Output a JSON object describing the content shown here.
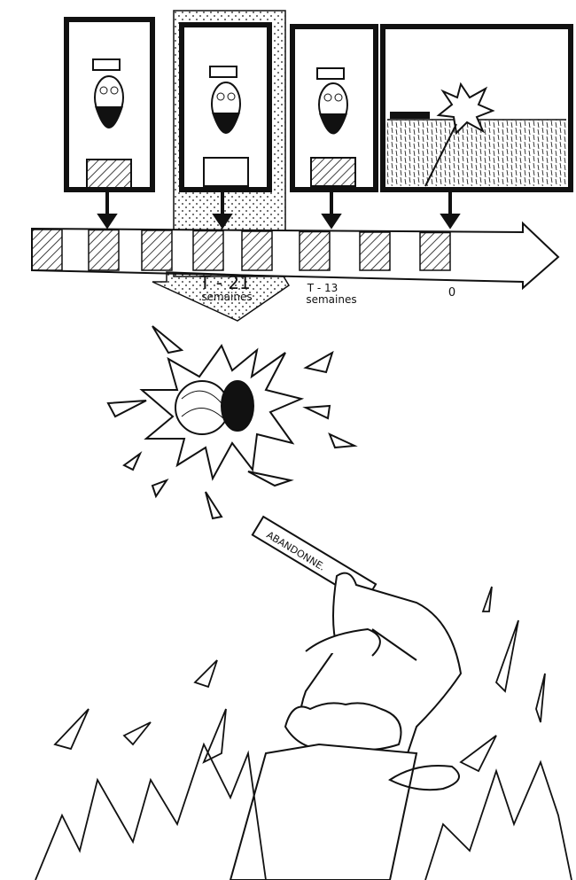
{
  "timeline": {
    "markers": [
      {
        "top": "T - 21",
        "bottom": "semaines"
      },
      {
        "top": "T - 13",
        "bottom": "semaines"
      },
      {
        "top": "0",
        "bottom": ""
      }
    ]
  },
  "ribbon": {
    "text": "ABANDONNE."
  },
  "colors": {
    "ink": "#111111",
    "paper": "#ffffff"
  }
}
